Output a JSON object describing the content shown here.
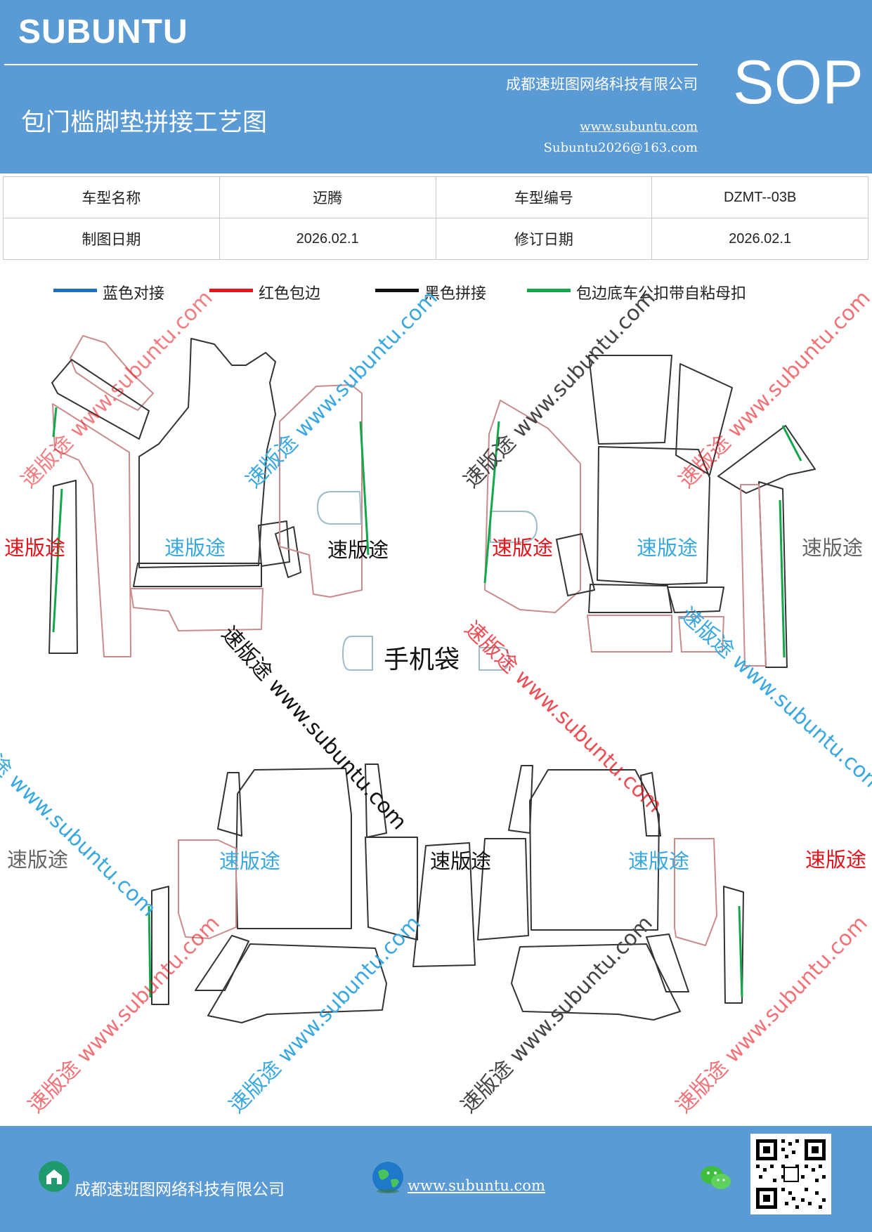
{
  "header": {
    "brand": "SUBUNTU",
    "company": "成都速班图网络科技有限公司",
    "title": "包门槛脚垫拼接工艺图",
    "website": "www.subuntu.com",
    "email": "Subuntu2026@163.com",
    "badge": "SOP"
  },
  "info": {
    "model_name_label": "车型名称",
    "model_name": "迈腾",
    "model_code_label": "车型编号",
    "model_code": "DZMT--03B",
    "drawing_date_label": "制图日期",
    "drawing_date": "2026.02.1",
    "revision_date_label": "修订日期",
    "revision_date": "2026.02.1"
  },
  "legend": [
    {
      "label": "蓝色对接",
      "color": "#1f6fc2"
    },
    {
      "label": "红色包边",
      "color": "#e8141c"
    },
    {
      "label": "黑色拼接",
      "color": "#111111"
    },
    {
      "label": "包边底车公扣带自粘母扣",
      "color": "#12a84a"
    }
  ],
  "watermarks": {
    "brand": "速版途",
    "url": "www.subuntu.com",
    "diagonal": "速版途 www.subuntu.com"
  },
  "phone_bag_label": "手机袋",
  "footer": {
    "company": "成都速班图网络科技有限公司",
    "website": "www.subuntu.com"
  }
}
